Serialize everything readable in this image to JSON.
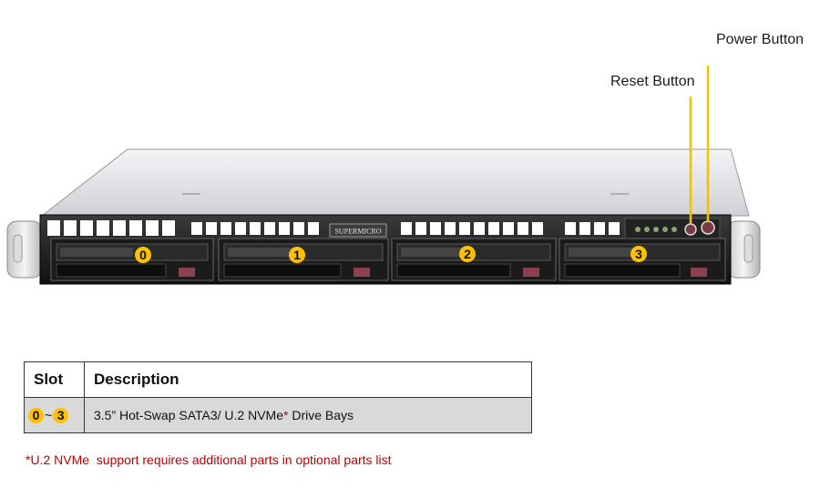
{
  "callouts": {
    "power_button": "Power Button",
    "reset_button": "Reset Button"
  },
  "server": {
    "brand_label": "SUPERMICRO",
    "bays": [
      {
        "number": "0"
      },
      {
        "number": "1"
      },
      {
        "number": "2"
      },
      {
        "number": "3"
      }
    ]
  },
  "table": {
    "headers": {
      "slot": "Slot",
      "description": "Description"
    },
    "row": {
      "slot_start": "0",
      "slot_sep": "~",
      "slot_end": "3",
      "description": "3.5” Hot-Swap SATA3/ U.2 NVMe",
      "asterisk": "*",
      "description_end": " Drive Bays"
    }
  },
  "footnote": "*U.2 NVMe  support requires additional parts in optional parts list",
  "colors": {
    "callout_line": "#f2c200",
    "badge": "#ffc000",
    "footnote": "#c00000",
    "row_bg": "#d9d9d9"
  }
}
